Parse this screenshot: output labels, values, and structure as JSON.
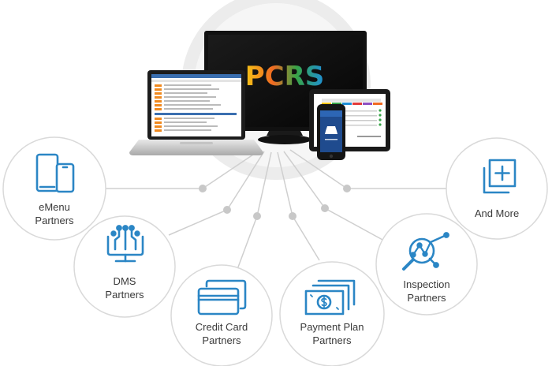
{
  "hub": {
    "brand": "PCRS",
    "brand_colors": [
      "#f5c316",
      "#f06a22",
      "#37a447",
      "#1e8fd8"
    ]
  },
  "colors": {
    "icon_blue": "#2b86c5",
    "circle_border": "#d9d9d9",
    "connector": "#cfcfcf",
    "dot": "#c8c8c8",
    "text": "#3a3a3a"
  },
  "partners": [
    {
      "id": "emenu",
      "line1": "eMenu",
      "line2": "Partners",
      "icon": "tablet-phone-icon"
    },
    {
      "id": "dms",
      "line1": "DMS",
      "line2": "Partners",
      "icon": "network-monitor-icon"
    },
    {
      "id": "credit",
      "line1": "Credit Card",
      "line2": "Partners",
      "icon": "credit-card-icon"
    },
    {
      "id": "payment",
      "line1": "Payment Plan",
      "line2": "Partners",
      "icon": "dollar-bills-icon"
    },
    {
      "id": "inspection",
      "line1": "Inspection",
      "line2": "Partners",
      "icon": "magnifier-chart-icon"
    },
    {
      "id": "more",
      "line1": "And More",
      "line2": "",
      "icon": "add-pages-icon"
    }
  ]
}
